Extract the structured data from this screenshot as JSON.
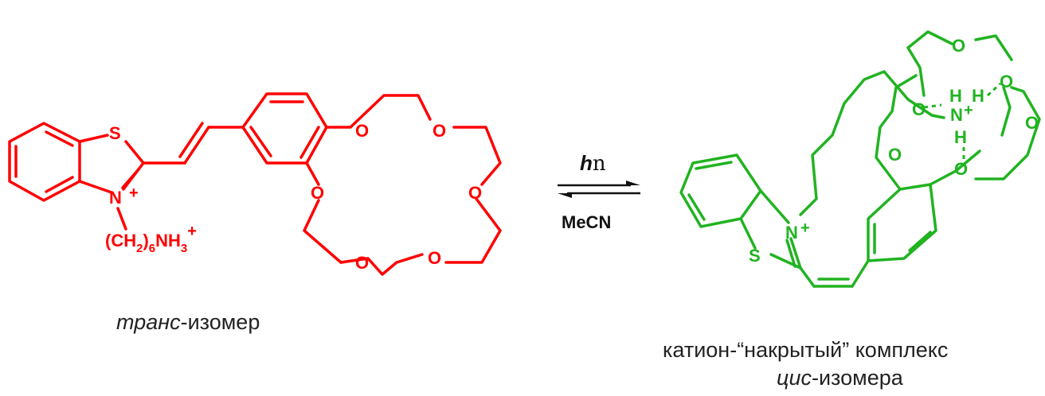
{
  "trans_isomer": {
    "color": "#ff0000",
    "atoms": {
      "S": "S",
      "N": "N",
      "plus": "+",
      "O": "O"
    },
    "substituent": {
      "open": "(CH",
      "sub2": "2",
      "close": ")",
      "sub6": "6",
      "nh": "NH",
      "sub3": "3",
      "charge": "+"
    },
    "caption_italic": "транс",
    "caption_rest": "-изомер"
  },
  "conditions": {
    "forward_h": "h",
    "forward_nu": "n",
    "reverse": "MeCN"
  },
  "cis_complex": {
    "color": "#21b321",
    "atoms": {
      "S": "S",
      "N": "N",
      "plus": "+",
      "O": "O",
      "H": "H"
    },
    "caption_line1": "катион-“накрытый” комплекс",
    "caption_italic": "цис",
    "caption_rest": "-изомера"
  }
}
